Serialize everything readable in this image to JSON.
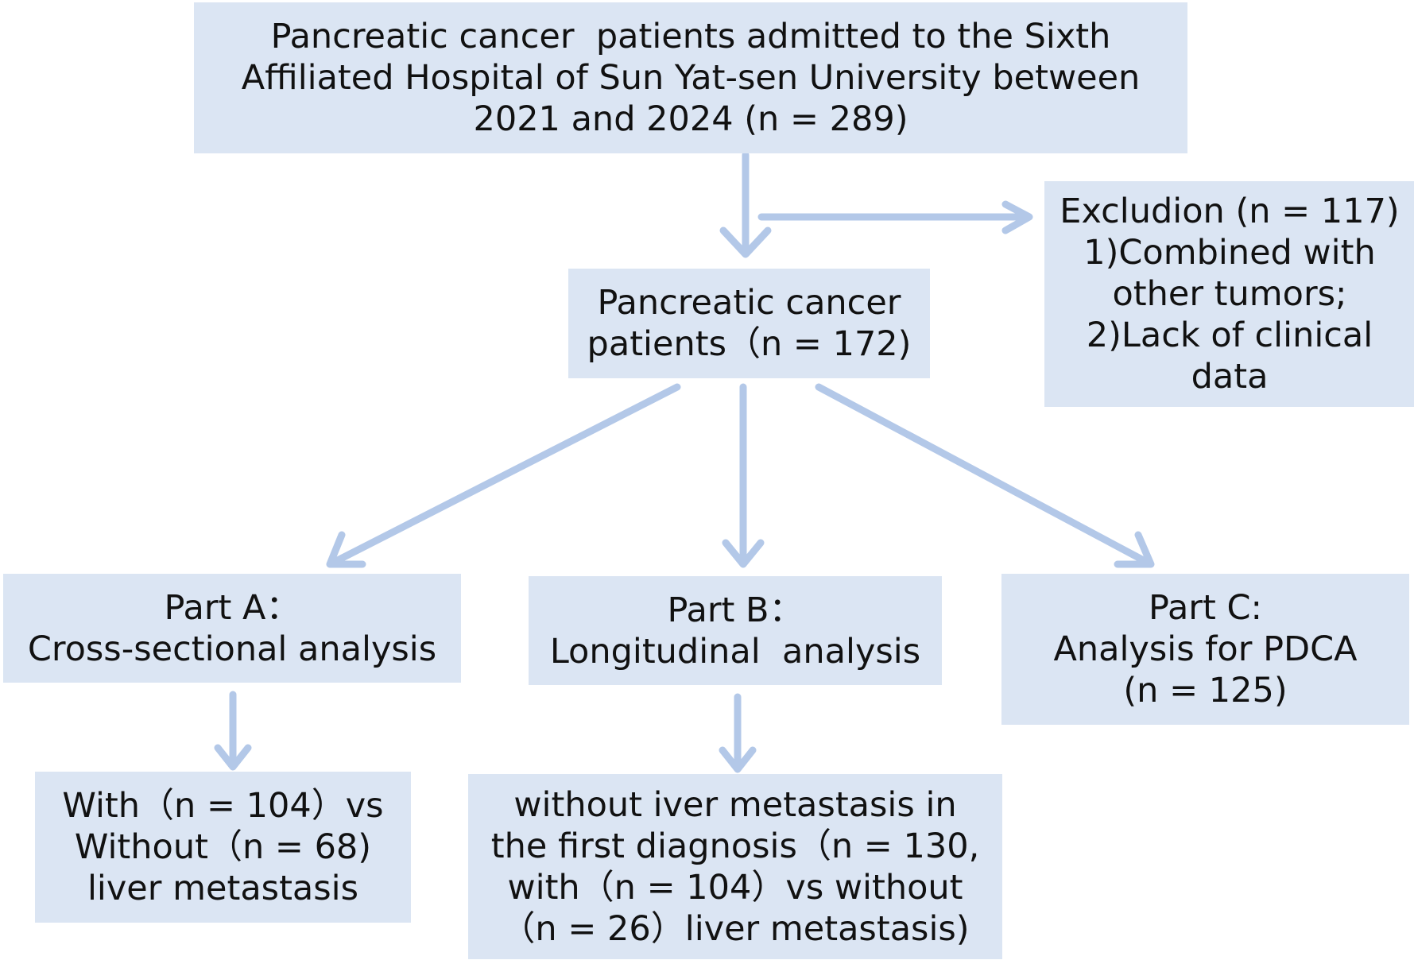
{
  "colors": {
    "box_fill": "#dbe5f3",
    "arrow": "#b3c8e8",
    "text": "#111111"
  },
  "boxes": {
    "top": {
      "lines": [
        "Pancreatic cancer  patients admitted to the Sixth",
        "Affiliated Hospital of Sun Yat-sen University between",
        "2021 and 2024 (n = 289)"
      ]
    },
    "exclusion": {
      "lines": [
        "Excludion (n = 117)",
        "1)Combined with",
        "other tumors;",
        "2)Lack of clinical",
        "data"
      ]
    },
    "patients": {
      "lines": [
        "Pancreatic cancer",
        "patients（n = 172)"
      ]
    },
    "part_a": {
      "lines": [
        "Part A：",
        "Cross-sectional analysis"
      ]
    },
    "part_b": {
      "lines": [
        "Part B：",
        "Longitudinal  analysis"
      ]
    },
    "part_c": {
      "lines": [
        "Part C:",
        "Analysis for PDCA",
        "(n = 125)"
      ]
    },
    "result_a": {
      "lines": [
        "With（n = 104）vs",
        "Without（n = 68)",
        "liver metastasis"
      ]
    },
    "result_b": {
      "lines": [
        "without iver metastasis in",
        "the first diagnosis（n = 130,",
        "with（n = 104）vs without",
        "（n = 26）liver metastasis)"
      ]
    }
  }
}
